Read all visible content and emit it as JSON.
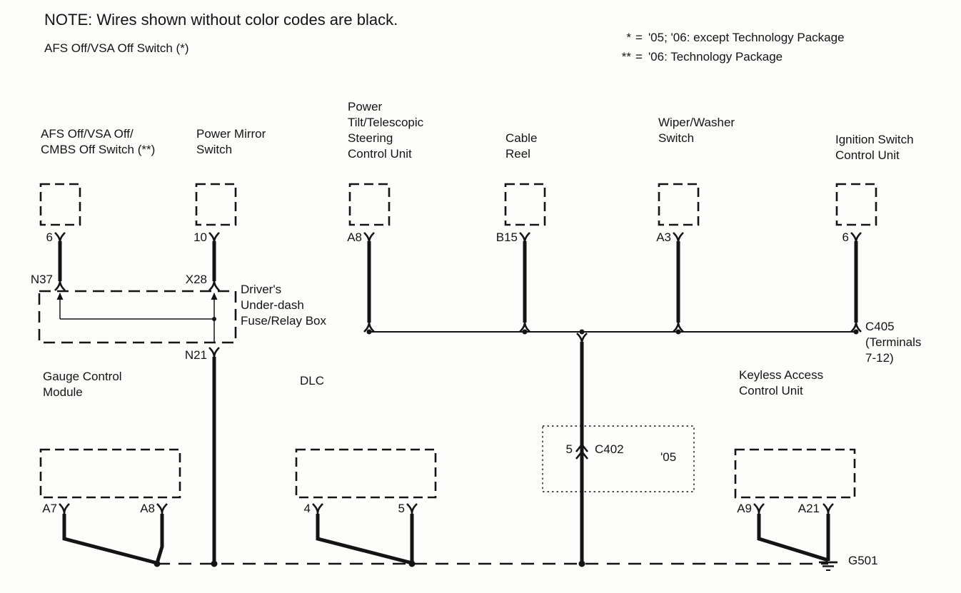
{
  "colors": {
    "ink": "#141414",
    "background": "#fdfdfb"
  },
  "header": {
    "note": "NOTE: Wires shown without color codes are black.",
    "subtitle": "AFS Off/VSA Off Switch (*)",
    "legend": [
      {
        "symbol": "*",
        "eq": "=",
        "text": "'05; '06: except Technology Package"
      },
      {
        "symbol": "**",
        "eq": "=",
        "text": "'06: Technology Package"
      }
    ]
  },
  "components": {
    "afs_switch": {
      "label": [
        "AFS Off/VSA Off/",
        "CMBS Off Switch (**)"
      ],
      "pin": "6",
      "node": "N37"
    },
    "power_mirror": {
      "label": [
        "Power Mirror",
        "Switch"
      ],
      "pin": "10",
      "node": "X28"
    },
    "power_tilt": {
      "label": [
        "Power",
        "Tilt/Telescopic",
        "Steering",
        "Control Unit"
      ],
      "pin": "A8"
    },
    "cable_reel": {
      "label": [
        "Cable",
        "Reel"
      ],
      "pin": "B15"
    },
    "wiper_washer": {
      "label": [
        "Wiper/Washer",
        "Switch"
      ],
      "pin": "A3"
    },
    "ignition_switch": {
      "label": [
        "Ignition Switch",
        "Control Unit"
      ],
      "pin": "6"
    },
    "fuse_box": {
      "label": [
        "Driver's",
        "Under-dash",
        "Fuse/Relay Box"
      ],
      "node_out": "N21"
    },
    "gauge_module": {
      "label": [
        "Gauge Control",
        "Module"
      ],
      "pins": [
        "A7",
        "A8"
      ]
    },
    "dlc": {
      "label": [
        "DLC"
      ],
      "pins": [
        "4",
        "5"
      ]
    },
    "keyless": {
      "label": [
        "Keyless Access",
        "Control Unit"
      ],
      "pins": [
        "A9",
        "A21"
      ]
    }
  },
  "connectors": {
    "c405": {
      "label": [
        "C405",
        "(Terminals",
        "7-12)"
      ]
    },
    "c402": {
      "pin": "5",
      "name": "C402",
      "variant": "'05"
    },
    "ground": {
      "name": "G501"
    }
  }
}
